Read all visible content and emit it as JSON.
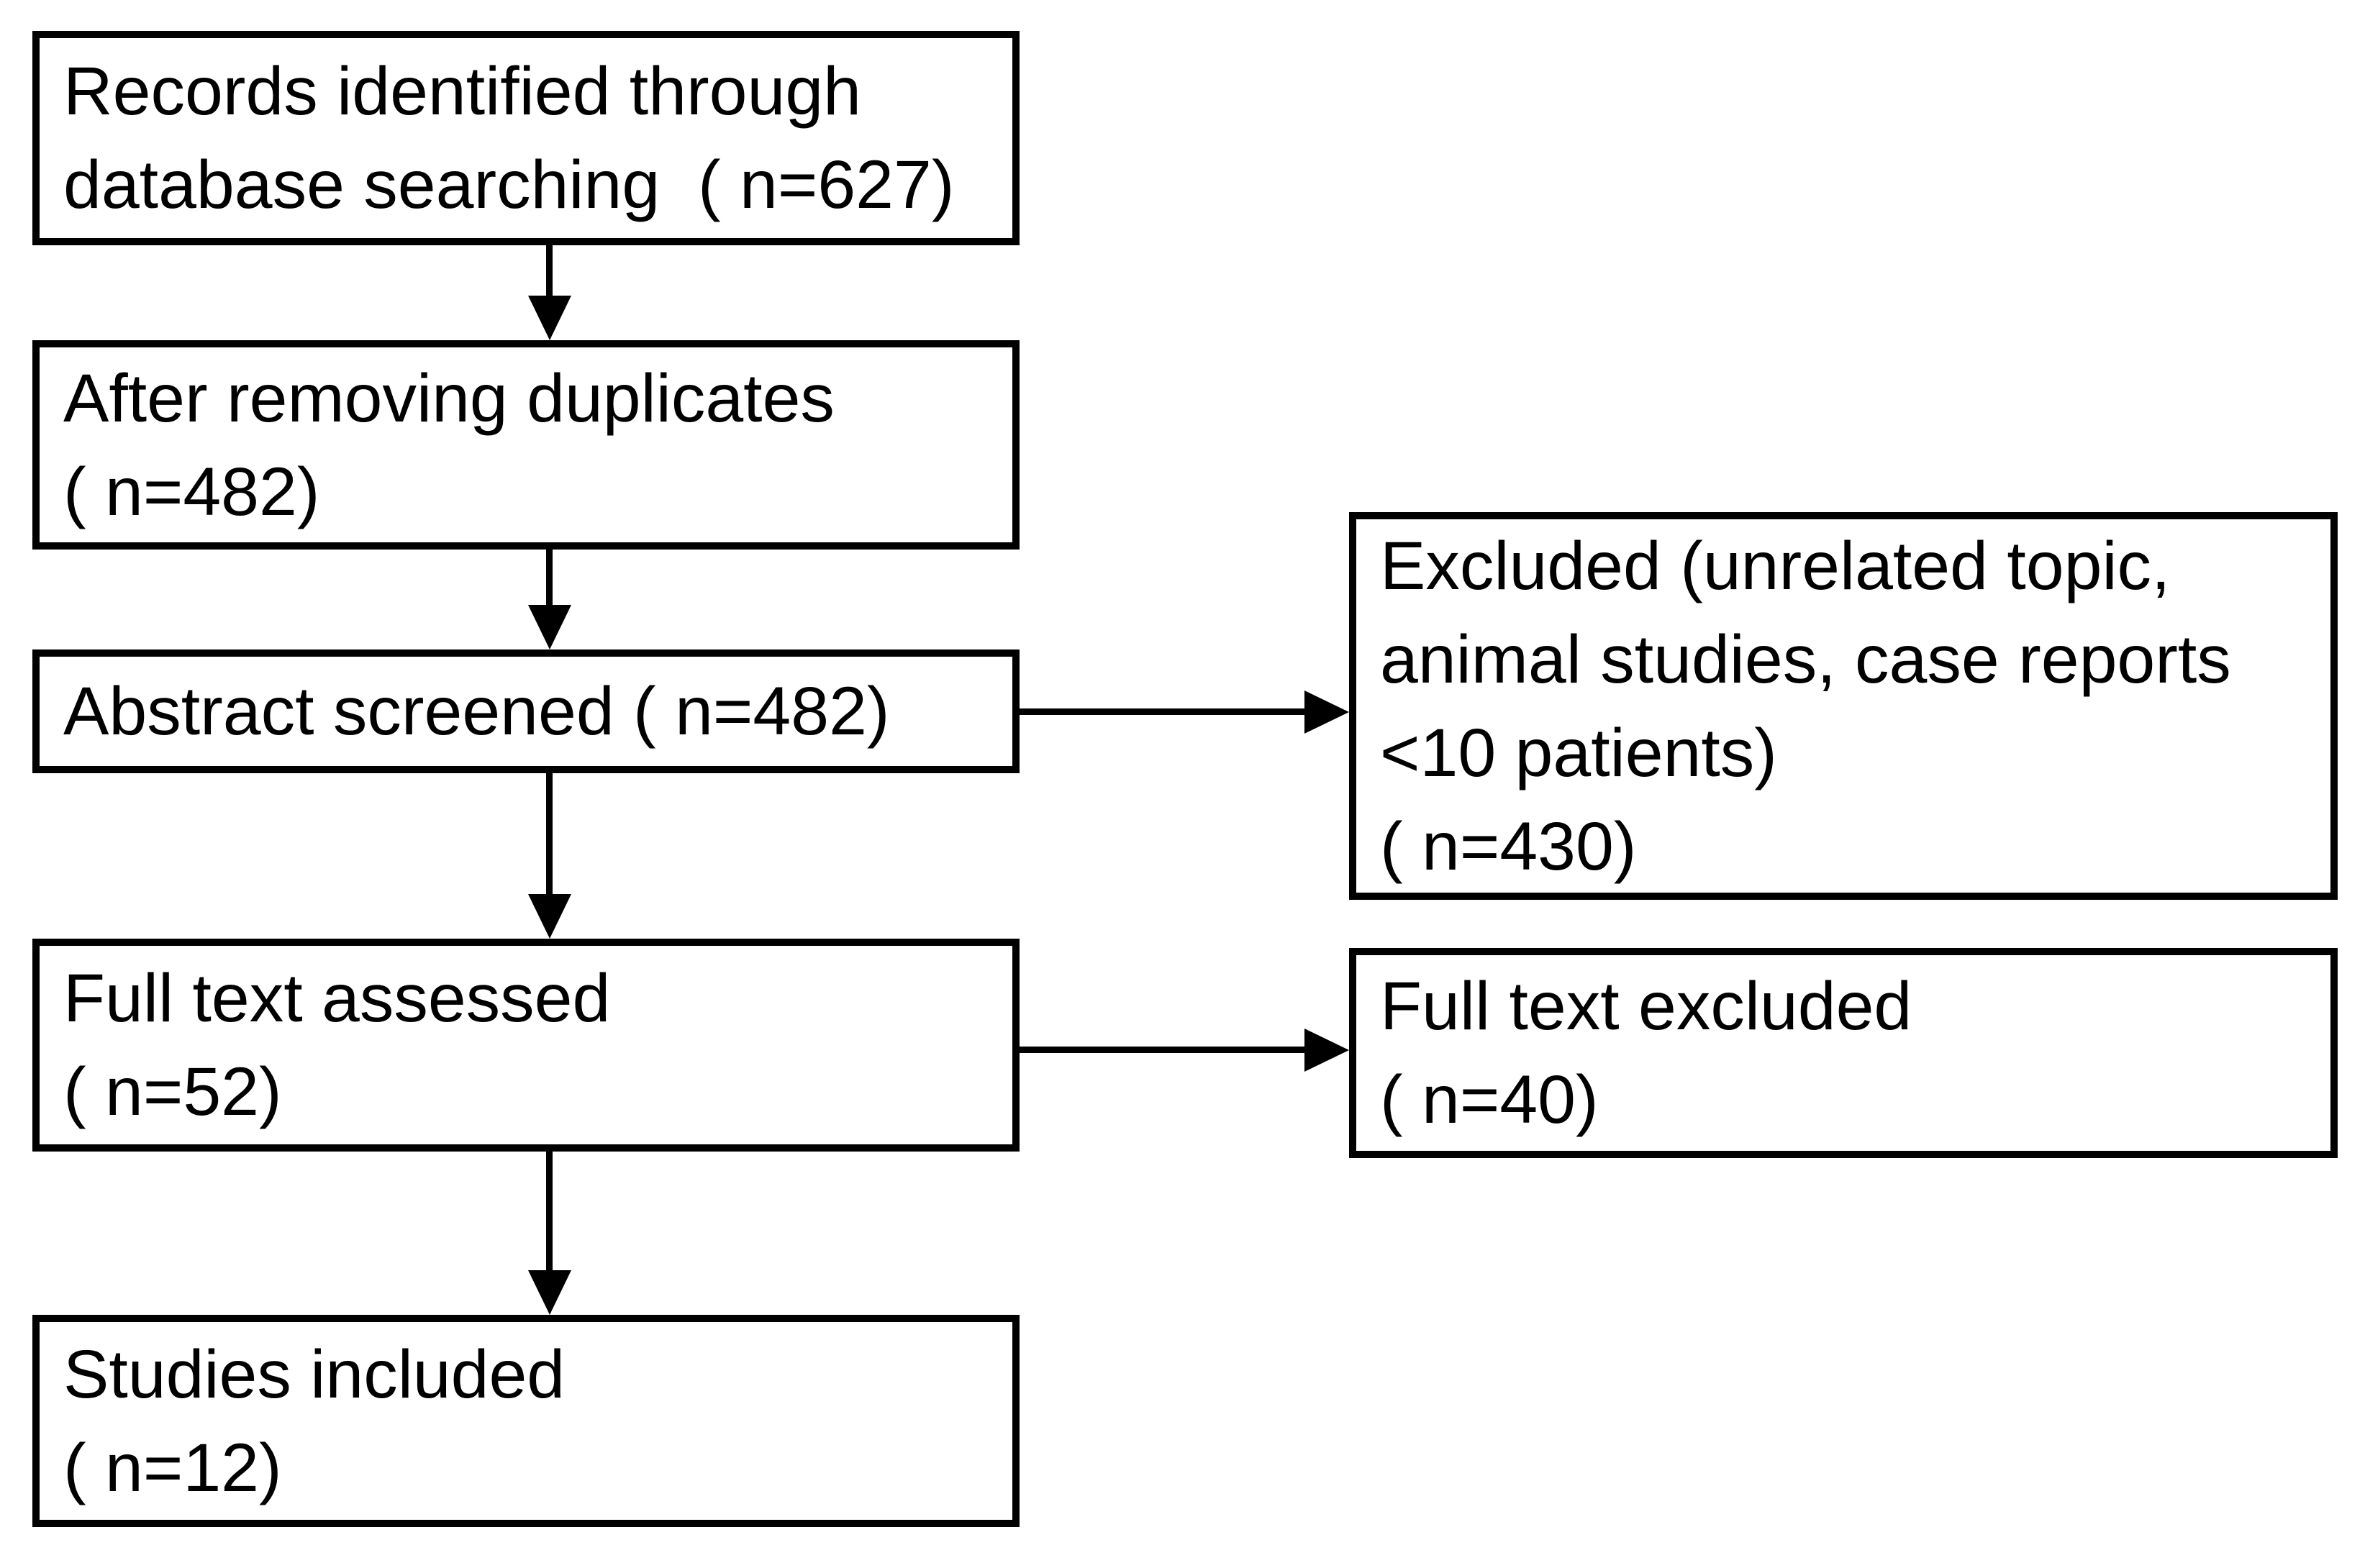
{
  "figure": {
    "type": "flowchart",
    "background": "#ffffff",
    "box_border_color": "#000000",
    "text_color": "#000000",
    "boxes": {
      "records_identified": {
        "lines": [
          "Records identified through",
          "database searching  ( n=627)"
        ]
      },
      "after_duplicates": {
        "lines": [
          "After removing duplicates",
          "( n=482)"
        ]
      },
      "abstract_screened": {
        "lines": [
          "Abstract screened ( n=482)"
        ]
      },
      "excluded": {
        "lines": [
          "Excluded (unrelated topic,",
          "animal studies, case reports",
          "<10 patients)",
          "( n=430)"
        ]
      },
      "full_text_assessed": {
        "lines": [
          "Full text assessed",
          "( n=52)"
        ]
      },
      "full_text_excluded": {
        "lines": [
          "Full text excluded",
          "( n=40)"
        ]
      },
      "studies_included": {
        "lines": [
          "Studies included",
          "( n=12)"
        ]
      }
    },
    "arrows": [
      {
        "from": "records_identified",
        "to": "after_duplicates",
        "direction": "down"
      },
      {
        "from": "after_duplicates",
        "to": "abstract_screened",
        "direction": "down"
      },
      {
        "from": "abstract_screened",
        "to": "full_text_assessed",
        "direction": "down"
      },
      {
        "from": "full_text_assessed",
        "to": "studies_included",
        "direction": "down"
      },
      {
        "from": "abstract_screened",
        "to": "excluded",
        "direction": "right"
      },
      {
        "from": "full_text_assessed",
        "to": "full_text_excluded",
        "direction": "right"
      }
    ]
  }
}
